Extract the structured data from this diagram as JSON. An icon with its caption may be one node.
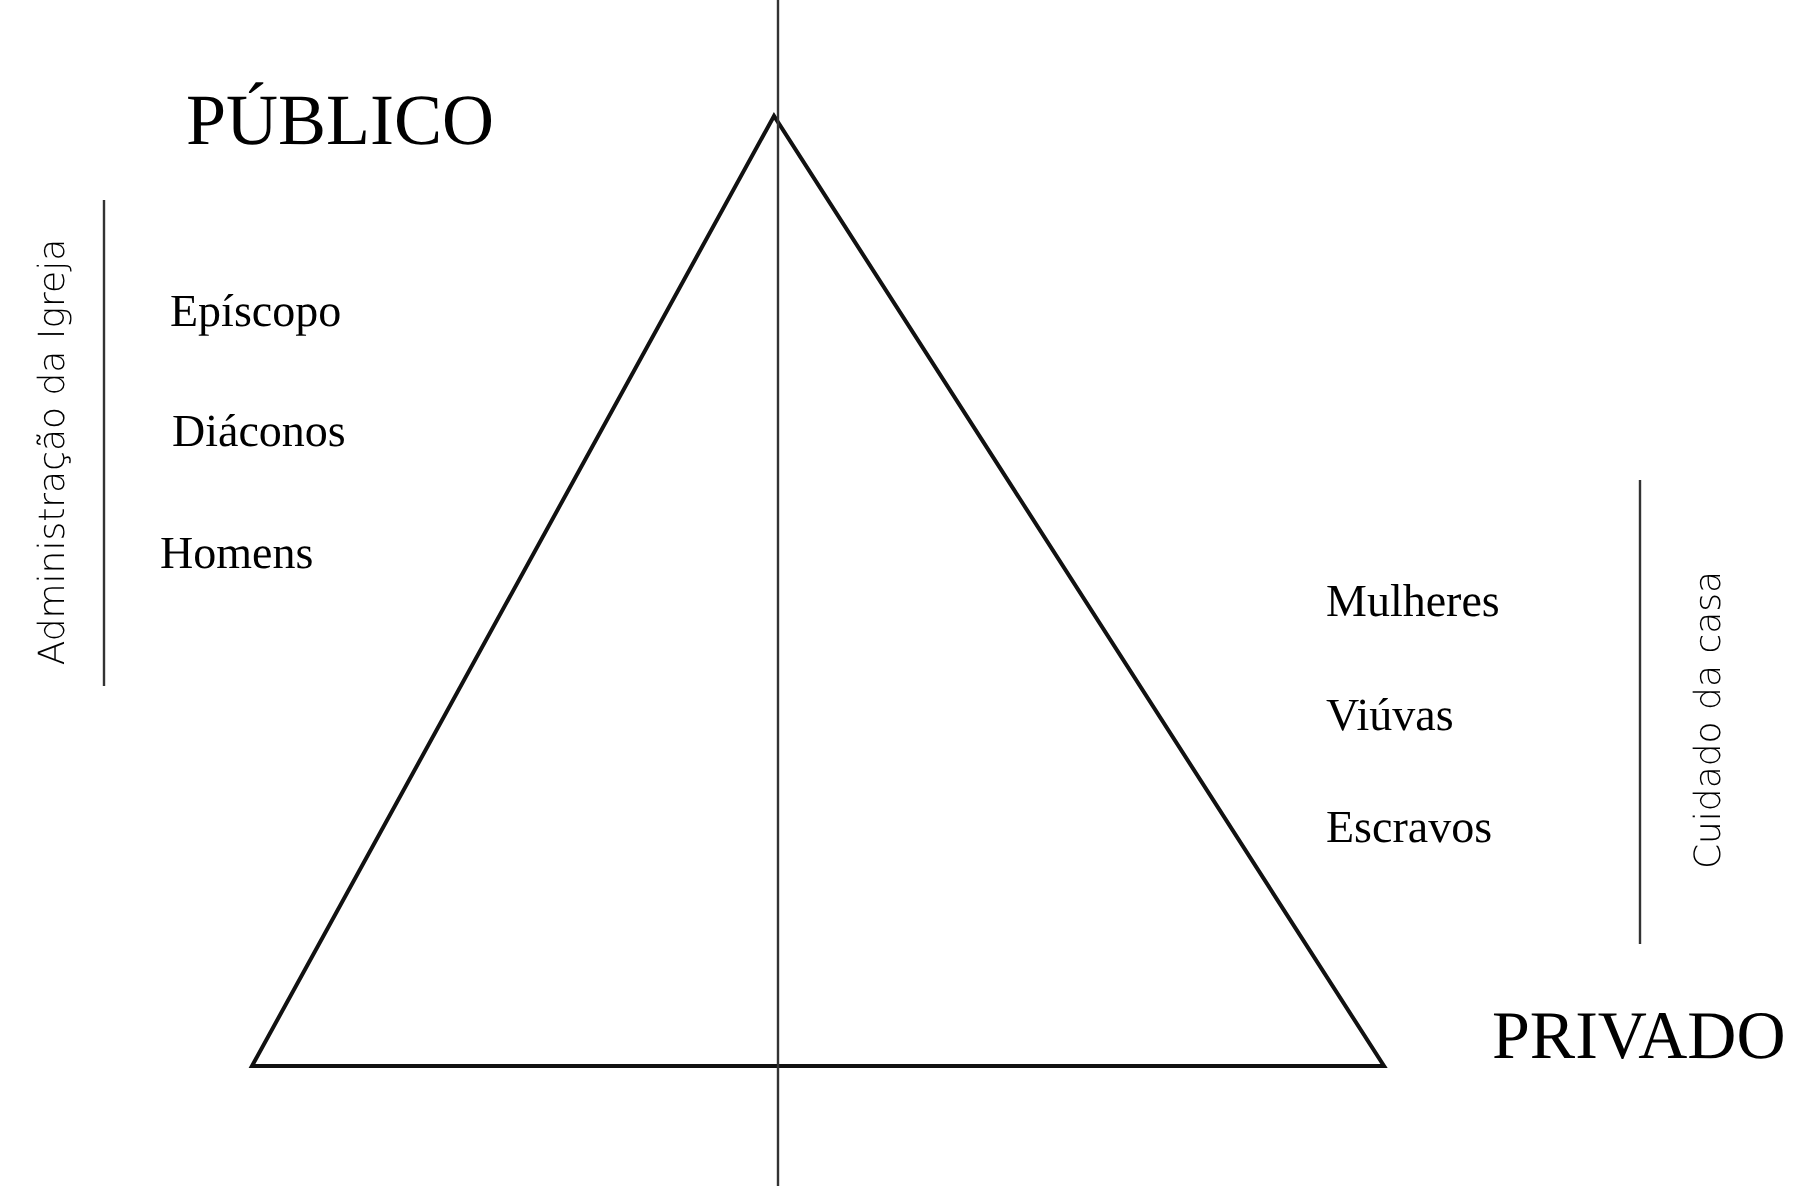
{
  "diagram": {
    "labels": [
      "PÚBLICO",
      "Administração da Igreja",
      "Epíscopo",
      "Diáconos",
      "Homens",
      "Mulheres",
      "Viúvas",
      "Escravos",
      "Cuidado da casa",
      "PRIVADO"
    ]
  }
}
